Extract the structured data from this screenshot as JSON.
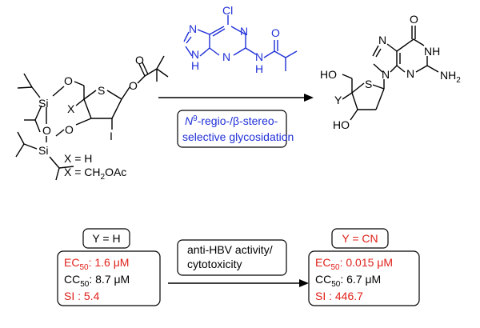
{
  "structures": {
    "reagent": {
      "cl": "Cl",
      "n_upper_left": "N",
      "nh_ring": "N",
      "h_ring": "H",
      "n_bottom": "N",
      "n_right": "N",
      "nh_amide_n": "N",
      "nh_amide_h": "H",
      "o": "O"
    },
    "left": {
      "si1": "Si",
      "si2": "Si",
      "o1": "O",
      "o2": "O",
      "o3": "O",
      "s": "S",
      "x": "X",
      "i": "I",
      "o_ester1": "O",
      "o_ester2": "O"
    },
    "right": {
      "o": "O",
      "n1": "N",
      "nh": "NH",
      "nh2": "NH",
      "nh2_sub": "2",
      "n3": "N",
      "n9": "N",
      "ho_top": "HO",
      "s": "S",
      "y": "Y",
      "ho_bottom": "HO"
    }
  },
  "legend": {
    "x_h": "X = H",
    "x_ch2oac_prefix": "X = CH",
    "x_ch2oac_sub": "2",
    "x_ch2oac_suffix": "OAc"
  },
  "reaction_box": {
    "line1_italic": "N",
    "line1_sup": "9",
    "line1_rest": "-regio-/β-stereo-",
    "line2": "selective glycosidation"
  },
  "comparison": {
    "left_label": "Y = H",
    "left": {
      "ec50_prefix": "EC",
      "ec50_sub": "50",
      "ec50_value": ": 1.6 μM",
      "cc50_prefix": "CC",
      "cc50_sub": "50",
      "cc50_value": ": 8.7 μM",
      "si": "SI : 5.4"
    },
    "middle_line1": "anti-HBV activity/",
    "middle_line2": "cytotoxicity",
    "right_label": "Y = CN",
    "right": {
      "ec50_prefix": "EC",
      "ec50_sub": "50",
      "ec50_value": ": 0.015 μM",
      "cc50_prefix": "CC",
      "cc50_sub": "50",
      "cc50_value": ": 6.7 μM",
      "si": "SI : 446.7"
    }
  },
  "colors": {
    "red": "#e0201a",
    "blue": "#1f2fd6",
    "black": "#000000"
  }
}
